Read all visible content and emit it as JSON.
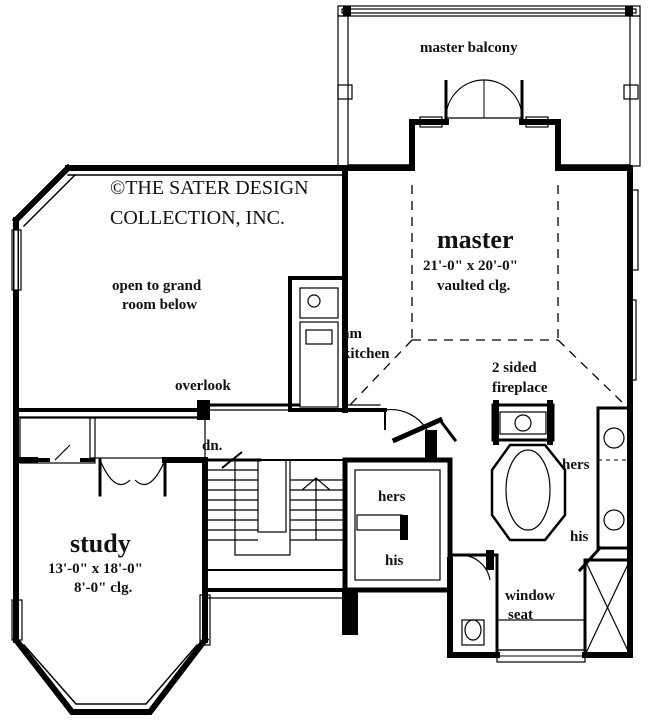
{
  "copyright": {
    "line1": "©THE SATER DESIGN",
    "line2": "COLLECTION, INC."
  },
  "rooms": {
    "master_balcony": "master balcony",
    "master": {
      "name": "master",
      "dims": "21'-0\" x 20'-0\"",
      "ceiling": "vaulted clg."
    },
    "open_to_grand": {
      "line1": "open to grand",
      "line2": "room below"
    },
    "am_kitchen": {
      "line1": "am",
      "line2": "kitchen"
    },
    "overlook": "overlook",
    "fireplace": {
      "line1": "2 sided",
      "line2": "fireplace"
    },
    "hers_right": "hers",
    "his_right": "his",
    "stair_down": "dn.",
    "closet_hers": "hers",
    "closet_his": "his",
    "window_seat": {
      "line1": "window",
      "line2": "seat"
    },
    "study": {
      "name": "study",
      "dims": "13'-0\" x 18'-0\"",
      "ceiling": "8'-0\" clg."
    }
  }
}
